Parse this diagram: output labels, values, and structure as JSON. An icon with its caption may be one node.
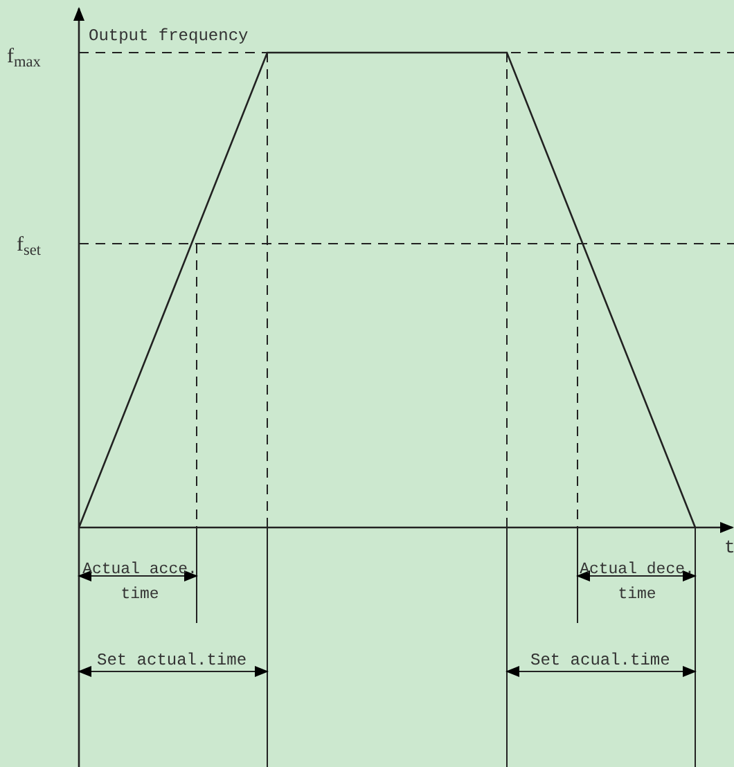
{
  "diagram": {
    "labels": [
      "Output frequency",
      "f$_{max}$",
      "f$_{set}$",
      "t",
      "Actual acce. time",
      "Actual dece. time",
      "Set actual.time",
      "Set acual.time"
    ]
  }
}
